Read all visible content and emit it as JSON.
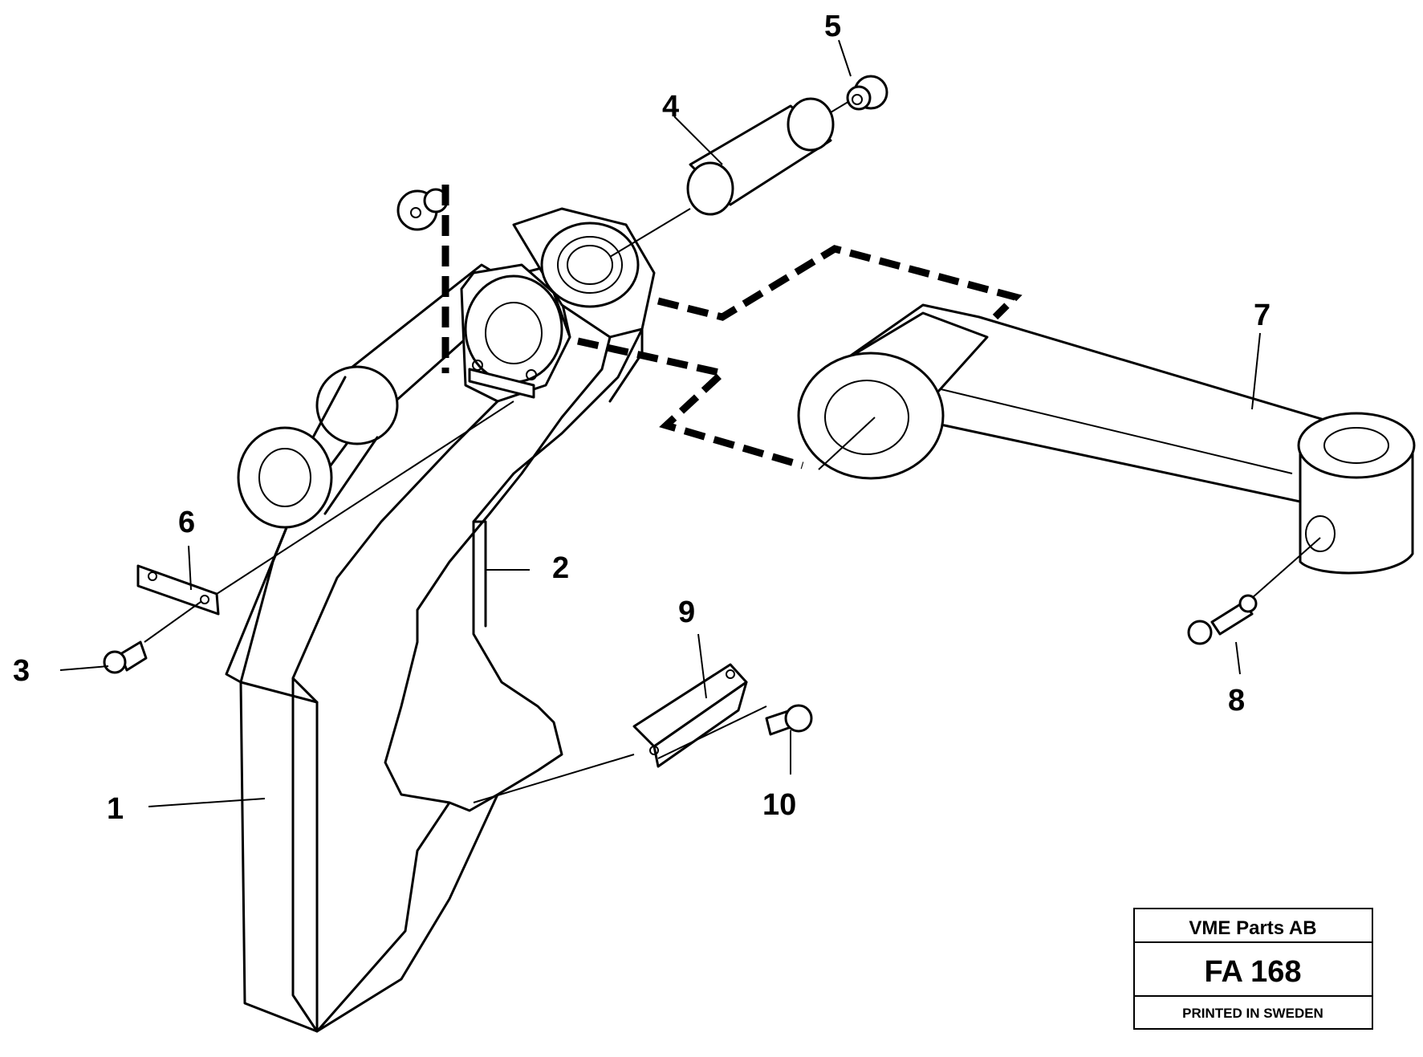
{
  "callouts": {
    "c1": "1",
    "c2": "2",
    "c3": "3",
    "c4": "4",
    "c5": "5",
    "c6": "6",
    "c7": "7",
    "c8": "8",
    "c9": "9",
    "c10": "10"
  },
  "title_block": {
    "company": "VME Parts AB",
    "code": "FA 168",
    "printed": "PRINTED IN SWEDEN"
  }
}
